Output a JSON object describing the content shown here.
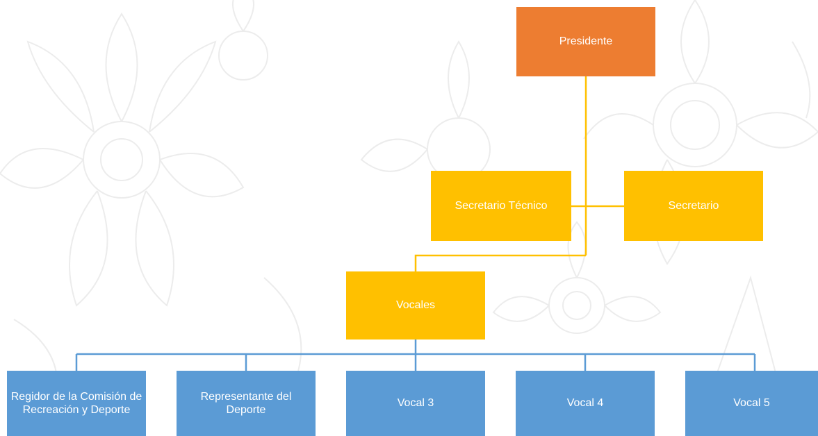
{
  "org_chart": {
    "president": {
      "label": "Presidente",
      "color": "#ed7d31"
    },
    "technical_secretary": {
      "label": "Secretario Técnico",
      "color": "#ffc000"
    },
    "secretary": {
      "label": "Secretario",
      "color": "#ffc000"
    },
    "vocales": {
      "label": "Vocales",
      "color": "#ffc000"
    },
    "members": [
      {
        "label": "Regidor de la Comisión de Recreación y Deporte"
      },
      {
        "label": "Representante del Deporte"
      },
      {
        "label": "Vocal 3"
      },
      {
        "label": "Vocal 4"
      },
      {
        "label": "Vocal 5"
      }
    ],
    "member_color": "#5b9bd5",
    "connector_colors": {
      "upper": "#ffc000",
      "lower": "#5b9bd5"
    }
  }
}
